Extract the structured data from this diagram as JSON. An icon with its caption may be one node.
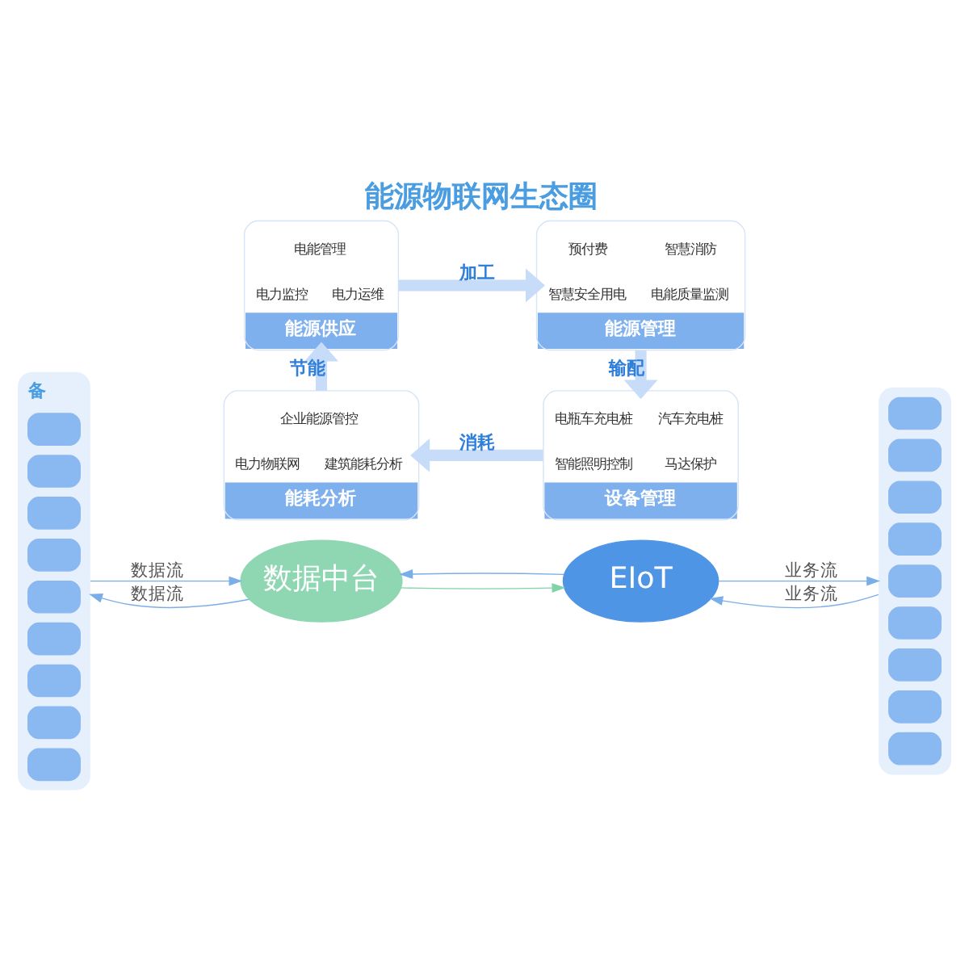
{
  "diagram": {
    "title": "能源物联网生态圈",
    "nodes": [
      {
        "text": [
          "备"
        ]
      },
      {
        "text": [
          "电能管理",
          "电力监控",
          "电力运维",
          "能源供应"
        ]
      },
      {
        "text": [
          "预付费",
          "智慧消防",
          "智慧安全用电",
          "电能质量监测",
          "能源管理"
        ]
      },
      {
        "text": [],
        "shape": "box"
      },
      {
        "text": [
          "数据中台"
        ]
      },
      {
        "text": [
          "EIoT"
        ]
      },
      {
        "text": [
          "企业能源管控",
          "电力物联网",
          "建筑能耗分析",
          "能耗分析"
        ]
      },
      {
        "text": [
          "电瓶车充电桩",
          "汽车充电桩",
          "智能照明控制",
          "马达保护",
          "设备管理"
        ]
      }
    ],
    "edges": [
      {
        "from": 1,
        "to": 2,
        "arrow": "to",
        "label": "加工",
        "style": "thick",
        "color": "#c6dcf8"
      },
      {
        "from": 2,
        "to": 7,
        "arrow": "to",
        "label": "输配",
        "style": "thick",
        "color": "#c6dcf8"
      },
      {
        "from": 7,
        "to": 6,
        "arrow": "to",
        "label": "消耗",
        "style": "thick",
        "color": "#c6dcf8"
      },
      {
        "from": 6,
        "to": 1,
        "arrow": "to",
        "label": "节能",
        "style": "thick",
        "color": "#c6dcf8"
      },
      {
        "from": 0,
        "to": 4,
        "arrow": "to",
        "label": "数据流"
      },
      {
        "from": 4,
        "to": 0,
        "arrow": "to",
        "label": "数据流"
      },
      {
        "from": 4,
        "to": 5,
        "arrow": "to",
        "color": "#7fd3a8"
      },
      {
        "from": 5,
        "to": 4,
        "arrow": "to"
      },
      {
        "from": 5,
        "to": 3,
        "arrow": "to",
        "label": "业务流"
      },
      {
        "from": 3,
        "to": 5,
        "arrow": "to",
        "label": "业务流"
      }
    ]
  }
}
